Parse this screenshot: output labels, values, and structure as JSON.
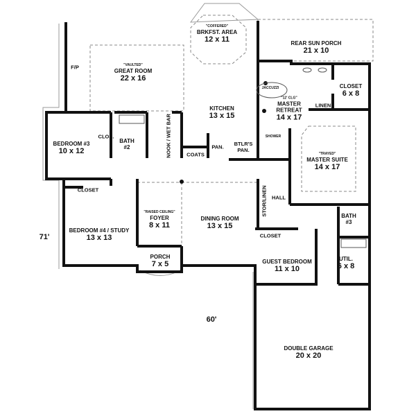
{
  "rooms": {
    "breakfast": {
      "note": "\"COFFERED\"",
      "name": "BRKFST. AREA",
      "size": "12 x 11"
    },
    "sun_porch": {
      "name": "REAR SUN PORCH",
      "size": "21 x 10"
    },
    "great_room": {
      "note": "\"VAULTED\"",
      "name": "GREAT ROOM",
      "size": "22 x 16"
    },
    "kitchen": {
      "name": "KITCHEN",
      "size": "13 x 15"
    },
    "master_closet": {
      "name": "CLOSET",
      "size": "6 x 8"
    },
    "master_retreat": {
      "note": "\"12' CLG\"",
      "name": "MASTER RETREAT",
      "size": "14 x 17"
    },
    "master_suite": {
      "note": "\"TRAYED\"",
      "name": "MASTER SUITE",
      "size": "14 x 17"
    },
    "bedroom3": {
      "name": "BEDROOM #3",
      "size": "10 x 12"
    },
    "bath2": {
      "name": "BATH #2"
    },
    "bedroom4": {
      "name": "BEDROOM #4 / STUDY",
      "size": "13 x 13"
    },
    "foyer": {
      "note": "\"RAISED CEILING\"",
      "name": "FOYER",
      "size": "8 x 11"
    },
    "porch": {
      "name": "PORCH",
      "size": "7 x 5"
    },
    "dining": {
      "name": "DINING ROOM",
      "size": "13 x 15"
    },
    "guest_bedroom": {
      "name": "GUEST BEDROOM",
      "size": "11 x 10"
    },
    "bath3": {
      "name": "BATH #3"
    },
    "util": {
      "name": "UTIL.",
      "size": "6 x 8"
    },
    "garage": {
      "name": "DOUBLE GARAGE",
      "size": "20 x 20"
    }
  },
  "small_labels": {
    "fireplace": "F/P",
    "closet_bed3": "CLOS.",
    "nook": "NOOK / WET BAR",
    "coats": "COATS",
    "pantry": "PAN.",
    "butler_pantry": "BTLR'S PAN.",
    "linen_master": "LINEN",
    "jacuzzi": "JACCUZZI",
    "shower": "SHOWER",
    "closet_bed4": "CLOSET",
    "stor_linen": "STOR/LINEN",
    "hall": "HALL",
    "closet_guest": "CLOSET"
  },
  "dimensions": {
    "width": "60'",
    "depth": "71'"
  }
}
